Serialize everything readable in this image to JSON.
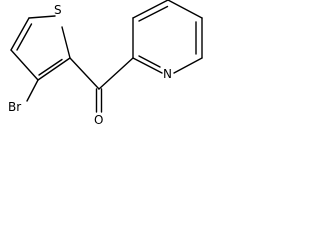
{
  "molecule": {
    "atoms": {
      "sulfur": "S",
      "bromine": "Br",
      "oxygen": "O",
      "nitrogen": "N"
    }
  },
  "colors": {
    "bond": "#000000",
    "label": "#000000",
    "background": "#ffffff"
  }
}
